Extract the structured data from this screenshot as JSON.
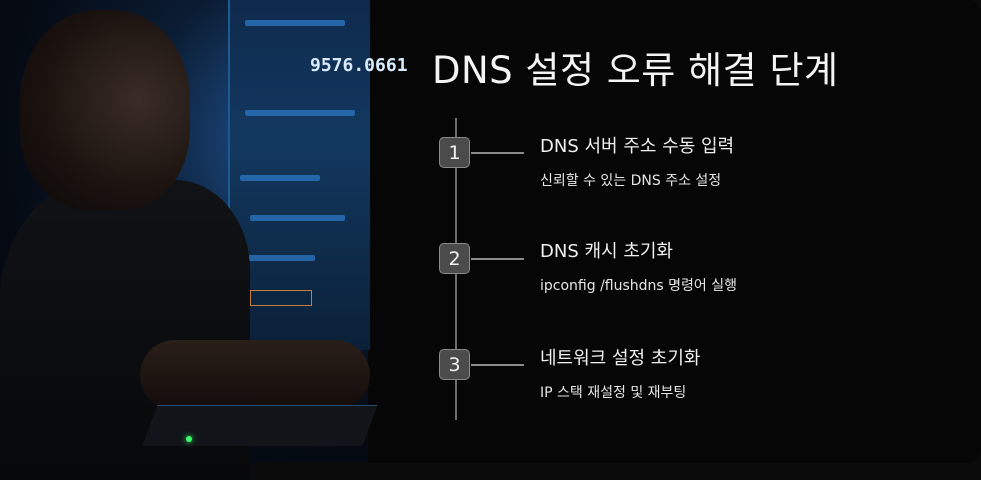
{
  "title": "DNS 설정 오류 해결 단계",
  "steps": [
    {
      "number": "1",
      "title": "DNS 서버 주소 수동 입력",
      "description": "신뢰할 수 있는 DNS 주소 설정"
    },
    {
      "number": "2",
      "title": "DNS 캐시 초기화",
      "description": "ipconfig /flushdns 명령어 실행"
    },
    {
      "number": "3",
      "title": "네트워크 설정 초기화",
      "description": "IP 스택 재설정 및 재부팅"
    }
  ],
  "photo": {
    "screen_number": "9576.0661"
  },
  "colors": {
    "background": "#060606",
    "badge": "#4b4b4b",
    "timeline": "#6d6d6d",
    "text": "#f0f0f0",
    "screen_glow": "#2c78c4"
  }
}
